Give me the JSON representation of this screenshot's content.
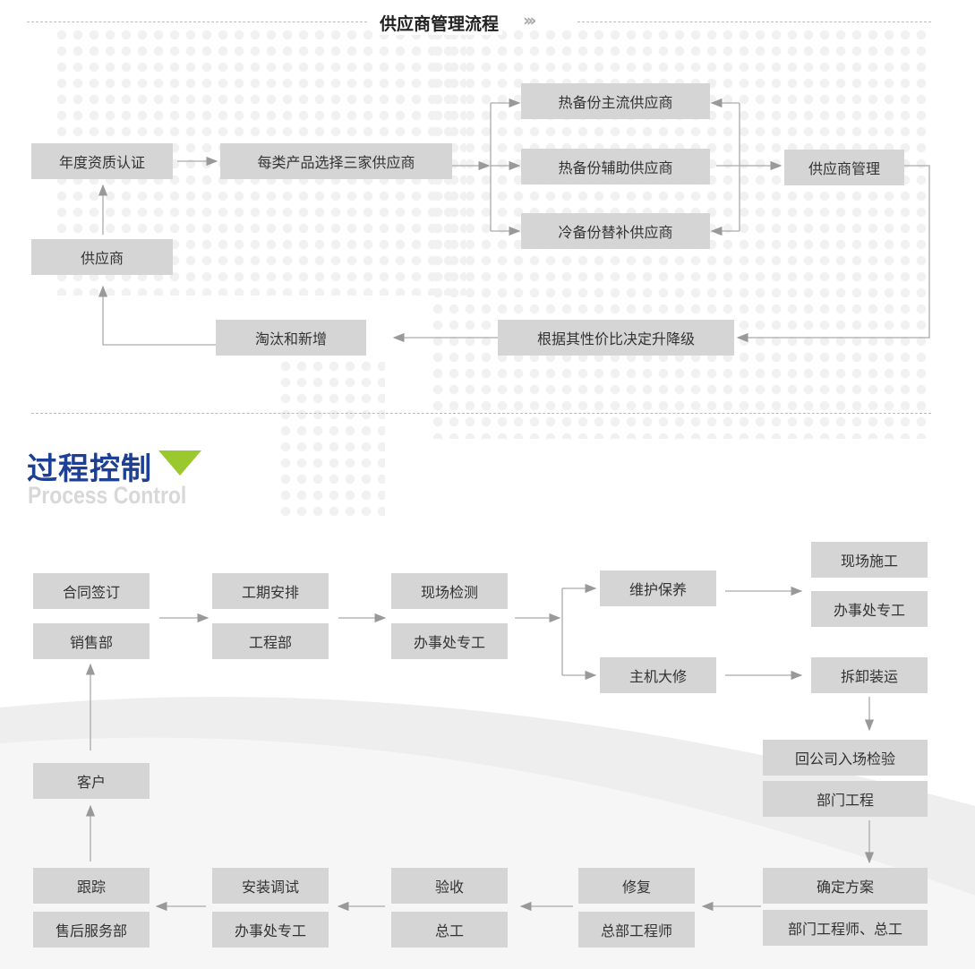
{
  "supplier_flow": {
    "title": "供应商管理流程",
    "title_chevrons": "›››",
    "boxes": {
      "qualification": "年度资质认证",
      "select_three": "每类产品选择三家供应商",
      "hot_main": "热备份主流供应商",
      "hot_aux": "热备份辅助供应商",
      "cold_backup": "冷备份替补供应商",
      "management": "供应商管理",
      "supplier": "供应商",
      "eliminate": "淘汰和新增",
      "grade": "根据其性价比决定升降级"
    }
  },
  "process_control": {
    "title": "过程控制",
    "subtitle": "Process Control",
    "accent_color": "#9bc92d",
    "title_color": "#1d3f94",
    "boxes": {
      "contract": "合同签订",
      "sales": "销售部",
      "schedule": "工期安排",
      "engineering": "工程部",
      "site_check": "现场检测",
      "office_eng1": "办事处专工",
      "maintenance": "维护保养",
      "overhaul": "主机大修",
      "site_work": "现场施工",
      "office_eng2": "办事处专工",
      "dismantle": "拆卸装运",
      "return_inspect": "回公司入场检验",
      "dept_eng": "部门工程",
      "plan": "确定方案",
      "dept_engineers": "部门工程师、总工",
      "repair": "修复",
      "hq_engineer": "总部工程师",
      "acceptance": "验收",
      "chief_eng": "总工",
      "install": "安装调试",
      "office_eng3": "办事处专工",
      "tracking": "跟踪",
      "after_sales": "售后服务部",
      "customer": "客户"
    }
  }
}
